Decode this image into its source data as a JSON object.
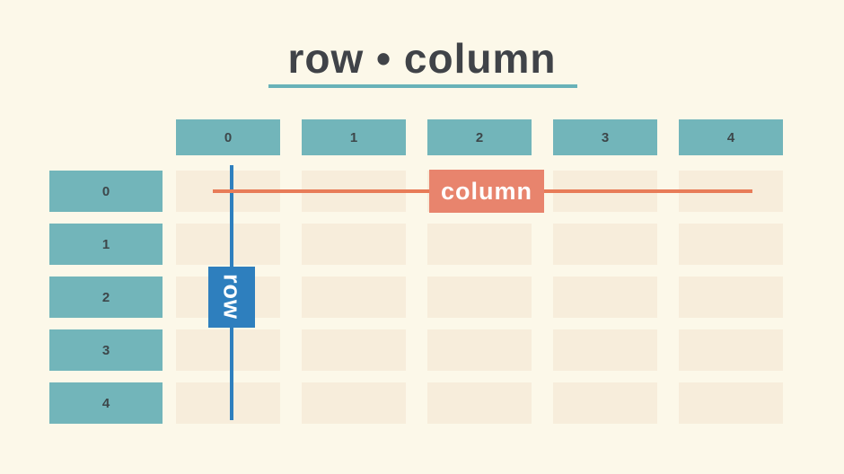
{
  "title": "row • column",
  "table": {
    "column_headers": [
      "0",
      "1",
      "2",
      "3",
      "4"
    ],
    "row_headers": [
      "0",
      "1",
      "2",
      "3",
      "4"
    ],
    "rows": 5,
    "cols": 5
  },
  "annotations": {
    "row_label": "row",
    "column_label": "column"
  },
  "colors": {
    "background": "#FCF8E9",
    "cell": "#F7EDDB",
    "header": "#72B5BA",
    "header_text": "#3D474A",
    "title_text": "#404348",
    "underline": "#68B2B8",
    "row_accent": "#2E7FBE",
    "column_accent": "#E87C58",
    "column_box": "#E8846D"
  }
}
